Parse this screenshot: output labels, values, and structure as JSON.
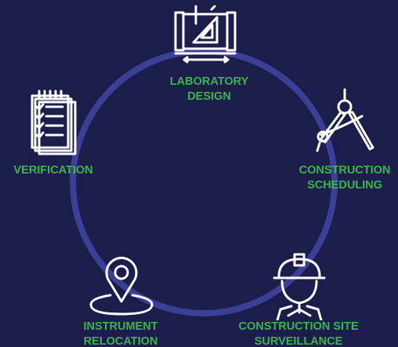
{
  "theme": {
    "background": "#1b1d4a",
    "ring_color": "#3b3f95",
    "label_color": "#3fb34f",
    "icon_color": "#ffffff"
  },
  "steps": [
    {
      "id": "laboratory-design",
      "icon": "blueprint-icon",
      "lines": [
        "LABORATORY",
        "DESIGN"
      ]
    },
    {
      "id": "construction-scheduling",
      "icon": "drafting-compass-icon",
      "lines": [
        "CONSTRUCTION",
        "SCHEDULING"
      ]
    },
    {
      "id": "construction-site-surveillance",
      "icon": "hard-hat-worker-icon",
      "lines": [
        "CONSTRUCTION SITE",
        "SURVEILLANCE"
      ]
    },
    {
      "id": "instrument-relocation",
      "icon": "location-pin-icon",
      "lines": [
        "INSTRUMENT",
        "RELOCATION"
      ]
    },
    {
      "id": "verification",
      "icon": "checklist-icon",
      "lines": [
        "VERIFICATION"
      ]
    }
  ]
}
